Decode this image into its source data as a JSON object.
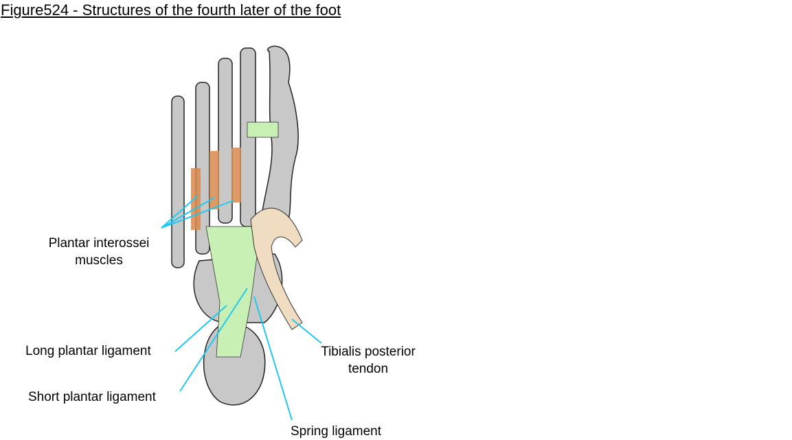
{
  "title": "Figure524 - Structures of the fourth later of the foot",
  "labels": {
    "plantar_interossei_1": "Plantar interossei",
    "plantar_interossei_2": "muscles",
    "long_plantar": "Long plantar ligament",
    "short_plantar": "Short plantar ligament",
    "tibialis_1": "Tibialis posterior",
    "tibialis_2": "tendon",
    "spring": "Spring ligament"
  },
  "colors": {
    "leader": "#1ec8f0",
    "bone": "#c8c8c8",
    "ligament": "#c8f0b4",
    "muscle": "#d98a4e",
    "tendon": "#f0dcc0"
  }
}
